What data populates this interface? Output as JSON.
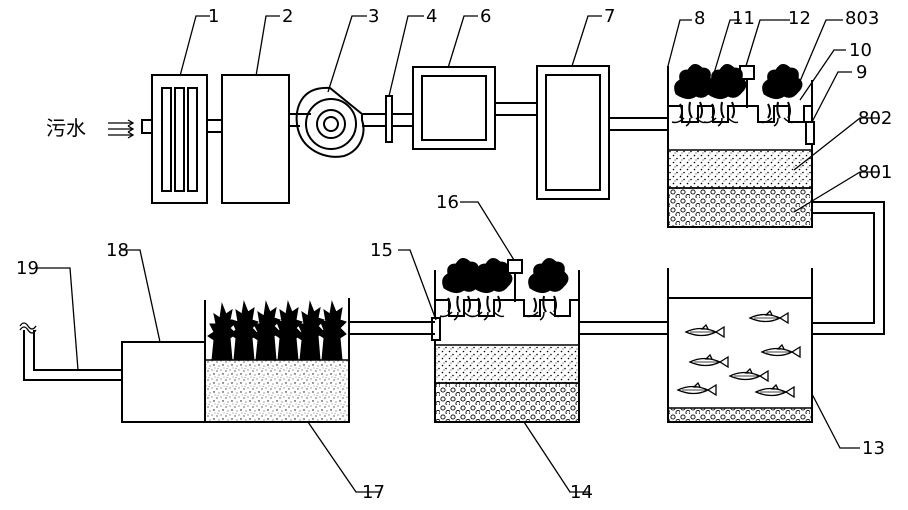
{
  "inlet_label": "污水",
  "labels": {
    "n1": "1",
    "n2": "2",
    "n3": "3",
    "n4": "4",
    "n6": "6",
    "n7": "7",
    "n8": "8",
    "n11": "11",
    "n12": "12",
    "n803": "803",
    "n10": "10",
    "n9": "9",
    "n802": "802",
    "n801": "801",
    "n16": "16",
    "n15": "15",
    "n18": "18",
    "n19": "19",
    "n17": "17",
    "n14": "14",
    "n13": "13"
  },
  "colors": {
    "stroke": "#000000",
    "background": "#ffffff"
  }
}
